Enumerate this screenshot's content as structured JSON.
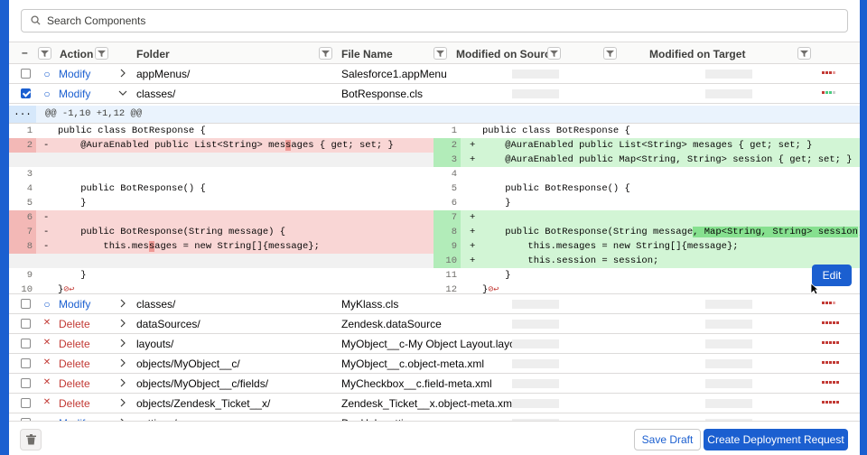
{
  "search": {
    "placeholder": "Search Components"
  },
  "columns": {
    "action": "Action",
    "folder": "Folder",
    "file_name": "File Name",
    "modified_source": "Modified on Source",
    "modified_target": "Modified on Target"
  },
  "rows": [
    {
      "checked": false,
      "action": "Modify",
      "folder": "appMenus/",
      "file": "Salesforce1.appMenu",
      "expanded": false
    },
    {
      "checked": true,
      "action": "Modify",
      "folder": "classes/",
      "file": "BotResponse.cls",
      "expanded": true
    },
    {
      "checked": false,
      "action": "Modify",
      "folder": "classes/",
      "file": "MyKlass.cls",
      "expanded": false
    },
    {
      "checked": false,
      "action": "Delete",
      "folder": "dataSources/",
      "file": "Zendesk.dataSource",
      "expanded": false
    },
    {
      "checked": false,
      "action": "Delete",
      "folder": "layouts/",
      "file": "MyObject__c-My Object Layout.layout",
      "expanded": false
    },
    {
      "checked": false,
      "action": "Delete",
      "folder": "objects/MyObject__c/",
      "file": "MyObject__c.object-meta.xml",
      "expanded": false
    },
    {
      "checked": false,
      "action": "Delete",
      "folder": "objects/MyObject__c/fields/",
      "file": "MyCheckbox__c.field-meta.xml",
      "expanded": false
    },
    {
      "checked": false,
      "action": "Delete",
      "folder": "objects/Zendesk_Ticket__x/",
      "file": "Zendesk_Ticket__x.object-meta.xml",
      "expanded": false
    },
    {
      "checked": false,
      "action": "Modify",
      "folder": "settings/",
      "file": "DevHub.settings",
      "expanded": false
    }
  ],
  "diff": {
    "more": "...",
    "hunk": "@@ -1,10 +1,12 @@",
    "left": [
      {
        "ln": "1",
        "mark": "",
        "code": "public class BotResponse {"
      },
      {
        "ln": "2",
        "mark": "-",
        "pre": "    @AuraEnabled public List<String> mes",
        "hl": "s",
        "post": "ages { get; set; }"
      },
      {
        "ln": "3",
        "mark": "",
        "code": ""
      },
      {
        "ln": "4",
        "mark": "",
        "code": "    public BotResponse() {"
      },
      {
        "ln": "5",
        "mark": "",
        "code": "    }"
      },
      {
        "ln": "6",
        "mark": "-",
        "code": ""
      },
      {
        "ln": "7",
        "mark": "-",
        "code": "    public BotResponse(String message) {"
      },
      {
        "ln": "8",
        "mark": "-",
        "pre": "        this.mes",
        "hl": "s",
        "post": "ages = new String[]{message};"
      },
      {
        "ln": "9",
        "mark": "",
        "code": "    }"
      },
      {
        "ln": "10",
        "mark": "",
        "code": "}"
      }
    ],
    "right": [
      {
        "ln": "1",
        "mark": "",
        "code": "public class BotResponse {"
      },
      {
        "ln": "2",
        "mark": "+",
        "code": "    @AuraEnabled public List<String> mesages { get; set; }"
      },
      {
        "ln": "3",
        "mark": "+",
        "code": "    @AuraEnabled public Map<String, String> session { get; set; }"
      },
      {
        "ln": "4",
        "mark": "",
        "code": ""
      },
      {
        "ln": "5",
        "mark": "",
        "code": "    public BotResponse() {"
      },
      {
        "ln": "6",
        "mark": "",
        "code": "    }"
      },
      {
        "ln": "7",
        "mark": "+",
        "code": ""
      },
      {
        "ln": "8",
        "mark": "+",
        "pre": "    public BotResponse(String message",
        "hl": ", Map<String, String> session",
        "post": ") {"
      },
      {
        "ln": "9",
        "mark": "+",
        "code": "        this.mesages = new String[]{message};"
      },
      {
        "ln": "10",
        "mark": "+",
        "code": "        this.session = session;"
      },
      {
        "ln": "11",
        "mark": "",
        "code": "    }"
      },
      {
        "ln": "12",
        "mark": "",
        "code": "}"
      }
    ]
  },
  "buttons": {
    "edit": "Edit",
    "save_draft": "Save Draft",
    "create_request": "Create Deployment Request"
  },
  "colors": {
    "accent": "#1b5fd0",
    "delete": "#c23934",
    "added_bg": "#d2f5d5",
    "removed_bg": "#f9d6d5"
  },
  "icons": [
    "search-icon",
    "filter-icon",
    "chevron-right-icon",
    "chevron-down-icon",
    "trash-icon",
    "modify-circle-icon",
    "delete-x-icon"
  ]
}
